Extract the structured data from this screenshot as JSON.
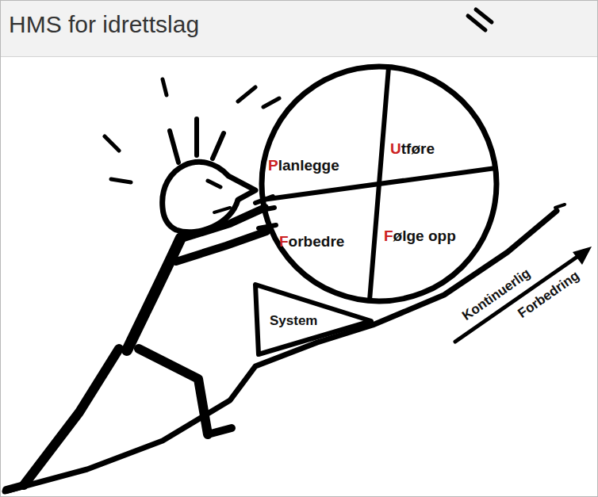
{
  "diagram": {
    "title": "HMS for idrettslag",
    "nodes": [
      {
        "text": [
          "Planlegge"
        ]
      },
      {
        "text": [
          "Utføre"
        ]
      },
      {
        "text": [
          "Forbedre"
        ]
      },
      {
        "text": [
          "Følge opp"
        ]
      },
      {
        "text": [
          "System"
        ]
      }
    ],
    "labels": [
      "Kontinuerlig",
      "Forbedring"
    ]
  }
}
